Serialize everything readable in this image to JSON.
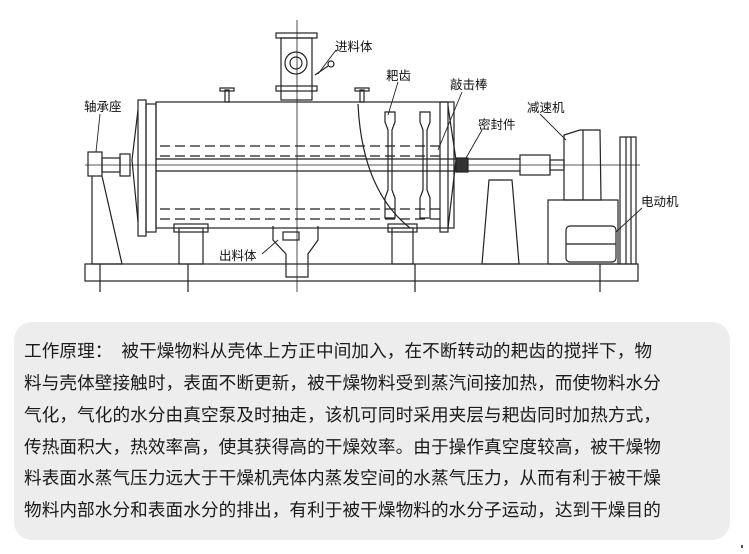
{
  "diagram": {
    "labels": {
      "feed": "进料体",
      "rake_teeth": "耙齿",
      "knock_rod": "敲击棒",
      "bearing_seat": "轴承座",
      "reducer": "减速机",
      "seal": "密封件",
      "motor": "电动机",
      "discharge": "出料体"
    }
  },
  "description": {
    "lines": [
      "工作原理：　被干燥物料从壳体上方正中间加入，在不断转动的耙齿的搅拌下，物",
      "料与壳体壁接触时，表面不断更新，被干燥物料受到蒸汽间接加热，而使物料水分",
      "气化，气化的水分由真空泵及时抽走，该机可同时采用夹层与耙齿同时加热方式，",
      "传热面积大，热效率高，使其获得高的干燥效率。由于操作真空度较高，被干燥物",
      "料表面水蒸气压力远大于干燥机壳体内蒸发空间的水蒸气压力，从而有利于被干燥",
      "物料内部水分和表面水分的排出，有利于被干燥物料的水分子运动，达到干燥目的"
    ]
  }
}
